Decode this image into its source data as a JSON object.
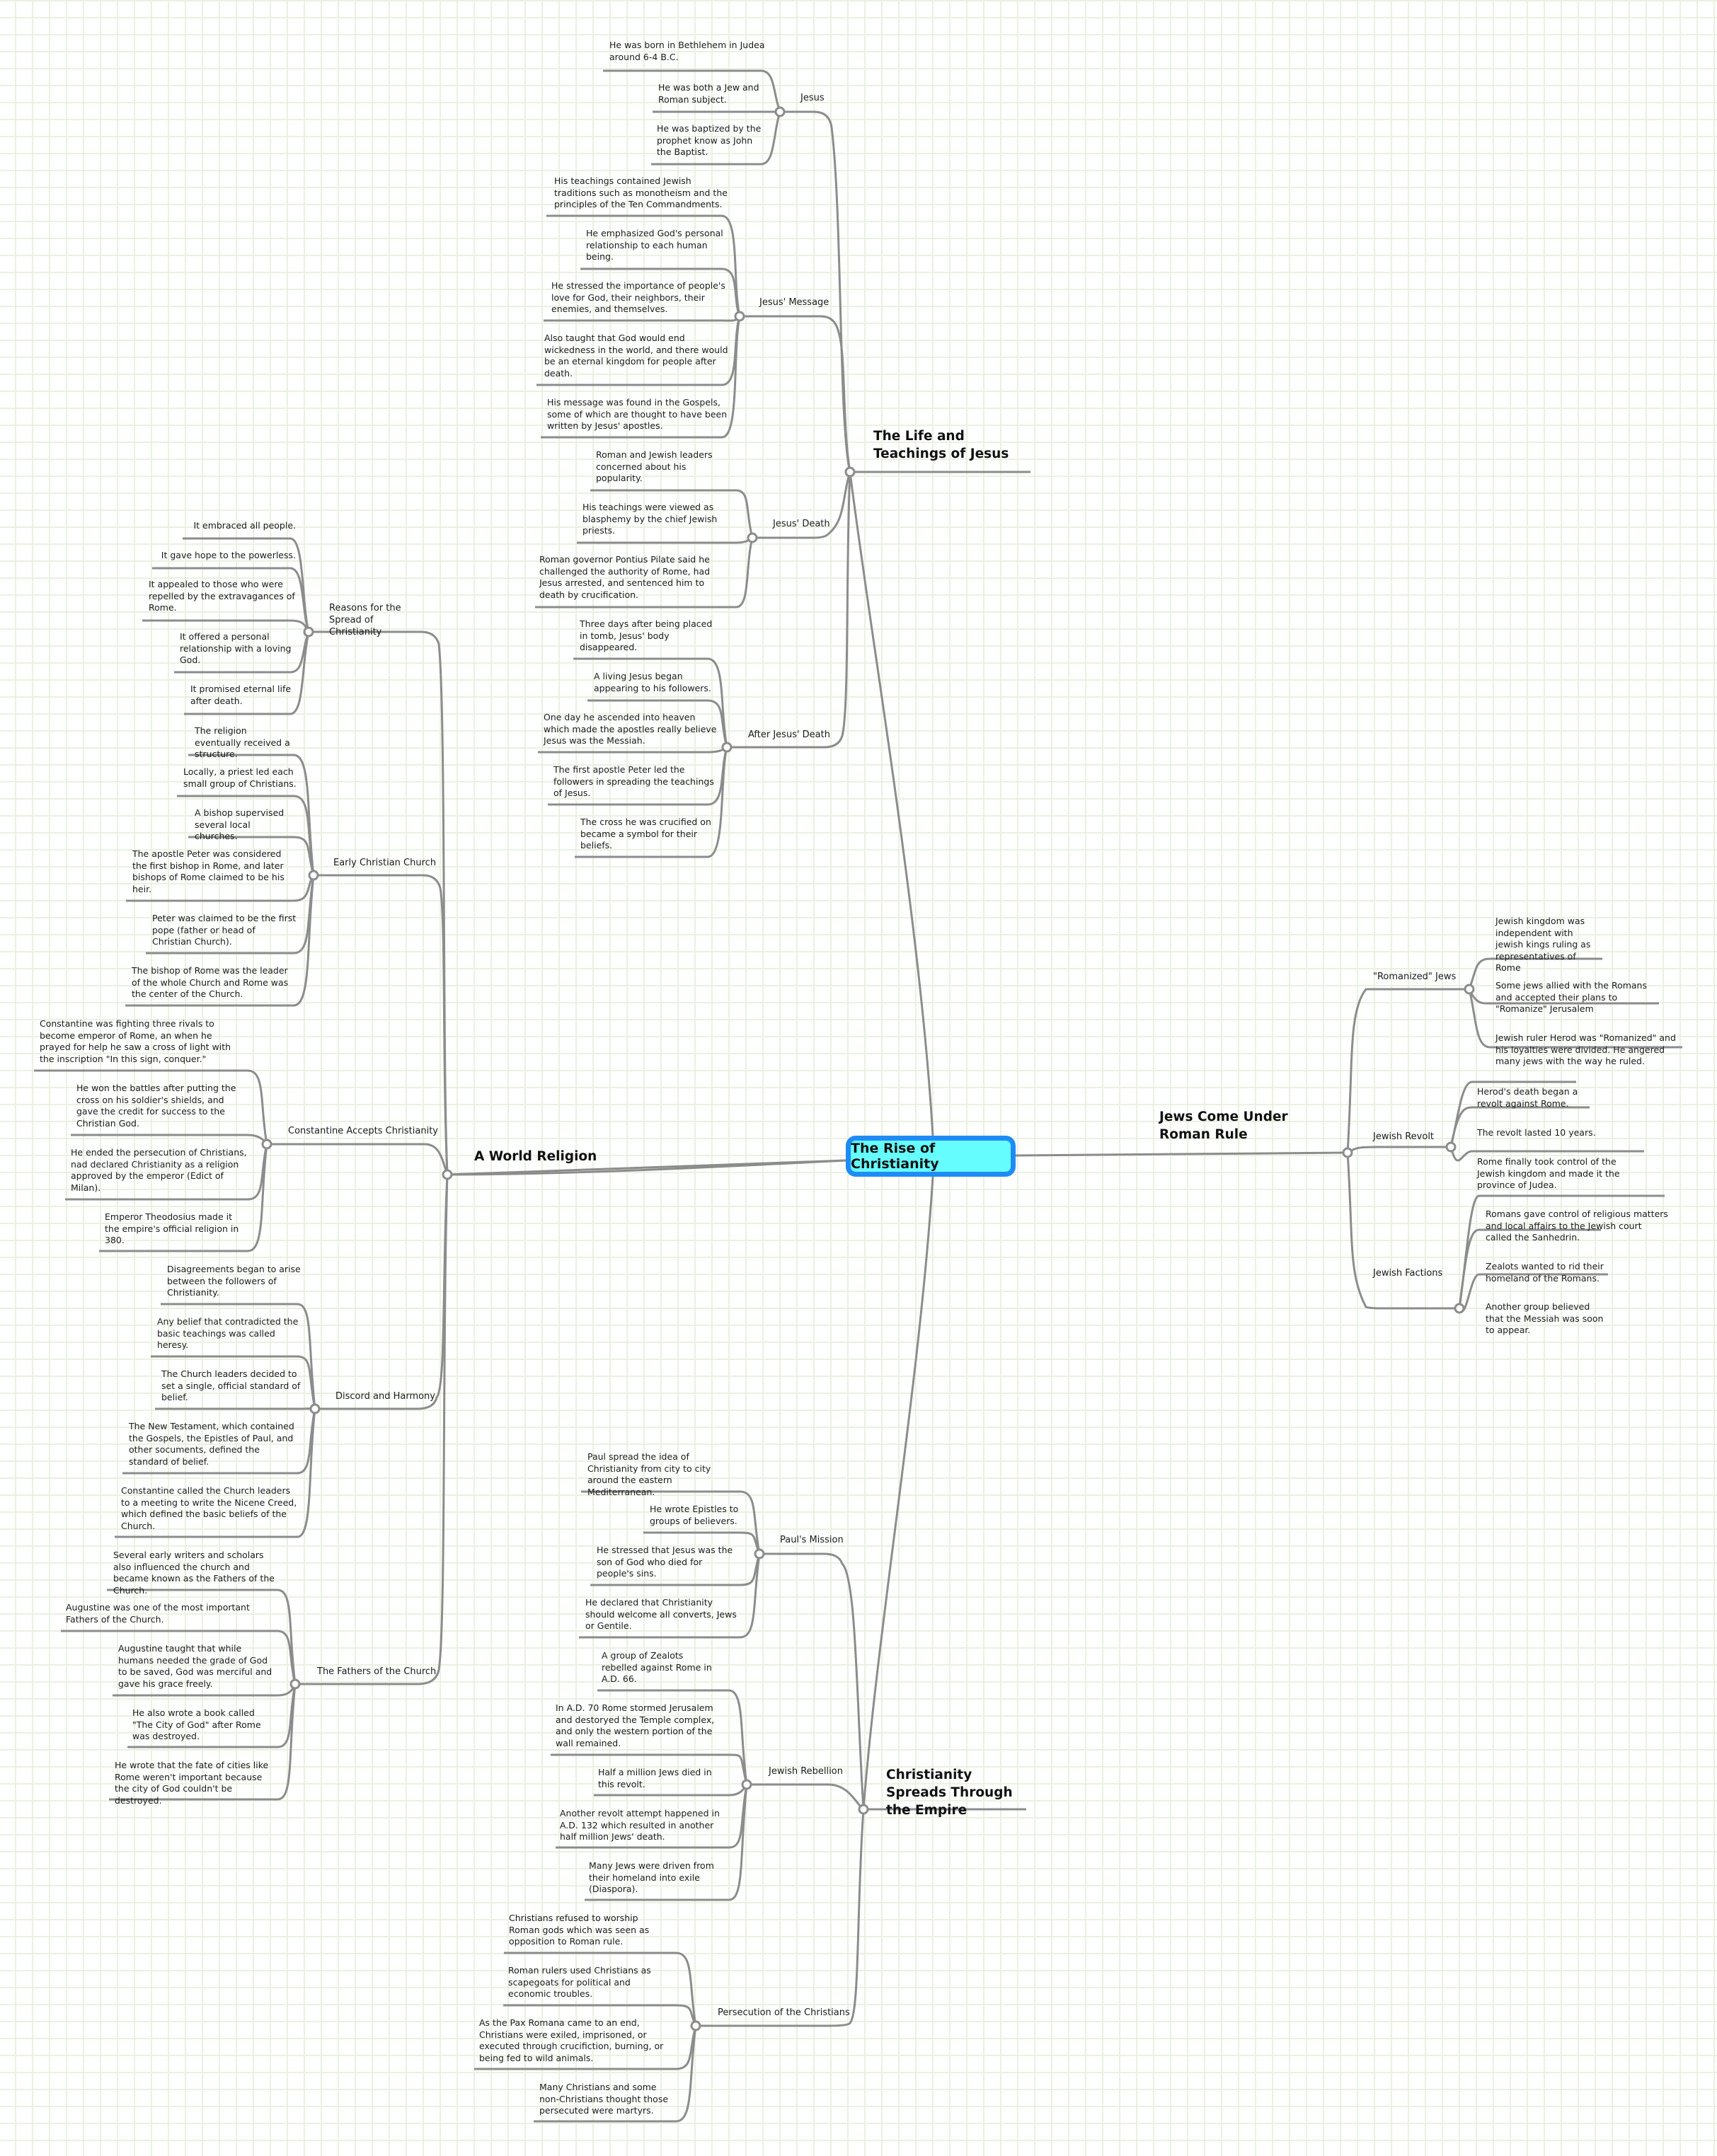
{
  "root": {
    "label": "The Rise of Christianity",
    "colors": {
      "fill": "#66fdfe",
      "border": "#1e8cf4"
    }
  },
  "branches": [
    {
      "label": "The Life and Teachings of Jesus",
      "side": "left-top",
      "children": [
        {
          "label": "Jesus",
          "items": [
            "He was born in Bethlehem in Judea around 6-4 B.C.",
            "He was both a Jew and Roman subject.",
            "He was baptized by the prophet know as John the Baptist."
          ]
        },
        {
          "label": "Jesus' Message",
          "items": [
            "His teachings contained Jewish traditions such as monotheism and the principles of the Ten Commandments.",
            "He emphasized God's personal relationship to each human being.",
            "He stressed the importance of people's love for God, their neighbors, their enemies, and themselves.",
            "Also taught that God would end wickedness in the world, and there would be an eternal kingdom for people after death.",
            "His message was found in the Gospels, some of which are thought to have been written by Jesus' apostles."
          ]
        },
        {
          "label": "Jesus' Death",
          "items": [
            "Roman and Jewish leaders concerned about his popularity.",
            "His teachings were viewed as blasphemy by the chief Jewish priests.",
            "Roman governor Pontius Pilate said he challenged the authority of Rome, had Jesus arrested, and sentenced him to death by crucification."
          ]
        },
        {
          "label": "After Jesus' Death",
          "items": [
            "Three days after being placed in tomb, Jesus' body disappeared.",
            "A living Jesus began appearing to his followers.",
            "One day he ascended into heaven which made the apostles really believe Jesus was the Messiah.",
            "The first apostle Peter led the followers in spreading the teachings of Jesus.",
            "The cross he was crucified on became a symbol for their beliefs."
          ]
        }
      ]
    },
    {
      "label": "A World Religion",
      "side": "left",
      "children": [
        {
          "label": "Reasons for the Spread of Christianity",
          "items": [
            "It embraced all people.",
            "It gave hope to the powerless.",
            "It appealed to those who were repelled by the extravagances of Rome.",
            "It offered a personal relationship with a loving God.",
            "It promised eternal life after death."
          ]
        },
        {
          "label": "Early Christian Church",
          "items": [
            "The religion eventually received a structure.",
            "Locally, a priest led each small group of Christians.",
            "A bishop supervised several local churches.",
            "The apostle Peter was considered the first bishop in Rome, and later bishops of Rome claimed to be his heir.",
            "Peter was claimed to be the first pope (father or head of Christian Church).",
            "The bishop of Rome was the leader of the whole Church and Rome was the center of the Church."
          ]
        },
        {
          "label": "Constantine Accepts Christianity",
          "items": [
            "Constantine was fighting three rivals to become emperor of Rome, an when he prayed for help he saw a cross of light with the inscription \"In this sign, conquer.\"",
            "He won the battles after putting the cross on his soldier's shields, and gave the credit for success to the Christian God.",
            "He ended the persecution of Christians, nad declared Christianity as a religion approved by the emperor (Edict of Milan).",
            "Emperor Theodosius made it the empire's official religion in 380."
          ]
        },
        {
          "label": "Discord and Harmony",
          "items": [
            "Disagreements began to arise between the followers of Christianity.",
            "Any belief that contradicted the basic teachings was called heresy.",
            "The Church leaders decided to set a single, official standard of belief.",
            "The New Testament, which contained the Gospels, the Epistles of Paul, and other socuments, defined the standard of belief.",
            "Constantine called the Church leaders to a meeting to write the Nicene Creed, which defined the basic beliefs of the Church."
          ]
        },
        {
          "label": "The Fathers of the Church",
          "items": [
            "Several early writers and scholars also influenced the church and became known as the Fathers of the Church.",
            "Augustine was one of the most important Fathers of the Church.",
            "Augustine taught that while humans needed the grade of God to be saved, God was merciful and gave his grace freely.",
            "He also wrote a book called \"The City of God\" after Rome was destroyed.",
            "He wrote that the fate of cities like Rome weren't important because the city of God couldn't be destroyed."
          ]
        }
      ]
    },
    {
      "label": "Jews Come Under Roman Rule",
      "side": "right",
      "children": [
        {
          "label": "\"Romanized\" Jews",
          "items": [
            "Jewish kingdom was independent with jewish kings ruling as representatives of Rome",
            "Some jews allied with the Romans and accepted their plans to \"Romanize\" Jerusalem",
            "Jewish ruler Herod was \"Romanized\" and his loyalties were divided. He angered many jews with the way he ruled."
          ]
        },
        {
          "label": "Jewish Revolt",
          "items": [
            "Herod's death began a revolt against Rome.",
            "The revolt lasted 10 years.",
            "Rome finally took control of the Jewish kingdom and made it the province of Judea."
          ]
        },
        {
          "label": "Jewish Factions",
          "items": [
            "Romans gave control of religious matters and local affairs to the Jewish court called the Sanhedrin.",
            "Zealots wanted to rid their homeland of the Romans.",
            "Another group believed that the Messiah was soon to appear."
          ]
        }
      ]
    },
    {
      "label": "Christianity Spreads Through the Empire",
      "side": "left-bottom",
      "children": [
        {
          "label": "Paul's Mission",
          "items": [
            "Paul spread the idea of Christianity from city to city around the eastern Mediterranean.",
            "He wrote Epistles to groups of believers.",
            "He stressed that Jesus was the son of God who died for people's sins.",
            "He declared that Christianity should welcome all converts, Jews or Gentile."
          ]
        },
        {
          "label": "Jewish Rebellion",
          "items": [
            "A group of Zealots rebelled against Rome in A.D. 66.",
            "In A.D. 70 Rome stormed Jerusalem and destoryed the Temple complex, and only the western portion of the wall remained.",
            "Half a million Jews died in this revolt.",
            "Another revolt attempt happened in A.D. 132 which resulted in another half million Jews' death.",
            "Many Jews were driven from their homeland into exile (Diaspora)."
          ]
        },
        {
          "label": "Persecution of the Christians",
          "items": [
            "Christians refused to worship Roman gods which was seen as opposition to Roman rule.",
            "Roman rulers used Christians as scapegoats for political and economic troubles.",
            "As the Pax Romana came to an end, Christians were exiled, imprisoned, or executed through crucifiction, burning, or being fed to wild animals.",
            "Many Christians and some non-Christians thought those persecuted were martyrs."
          ]
        }
      ]
    }
  ]
}
